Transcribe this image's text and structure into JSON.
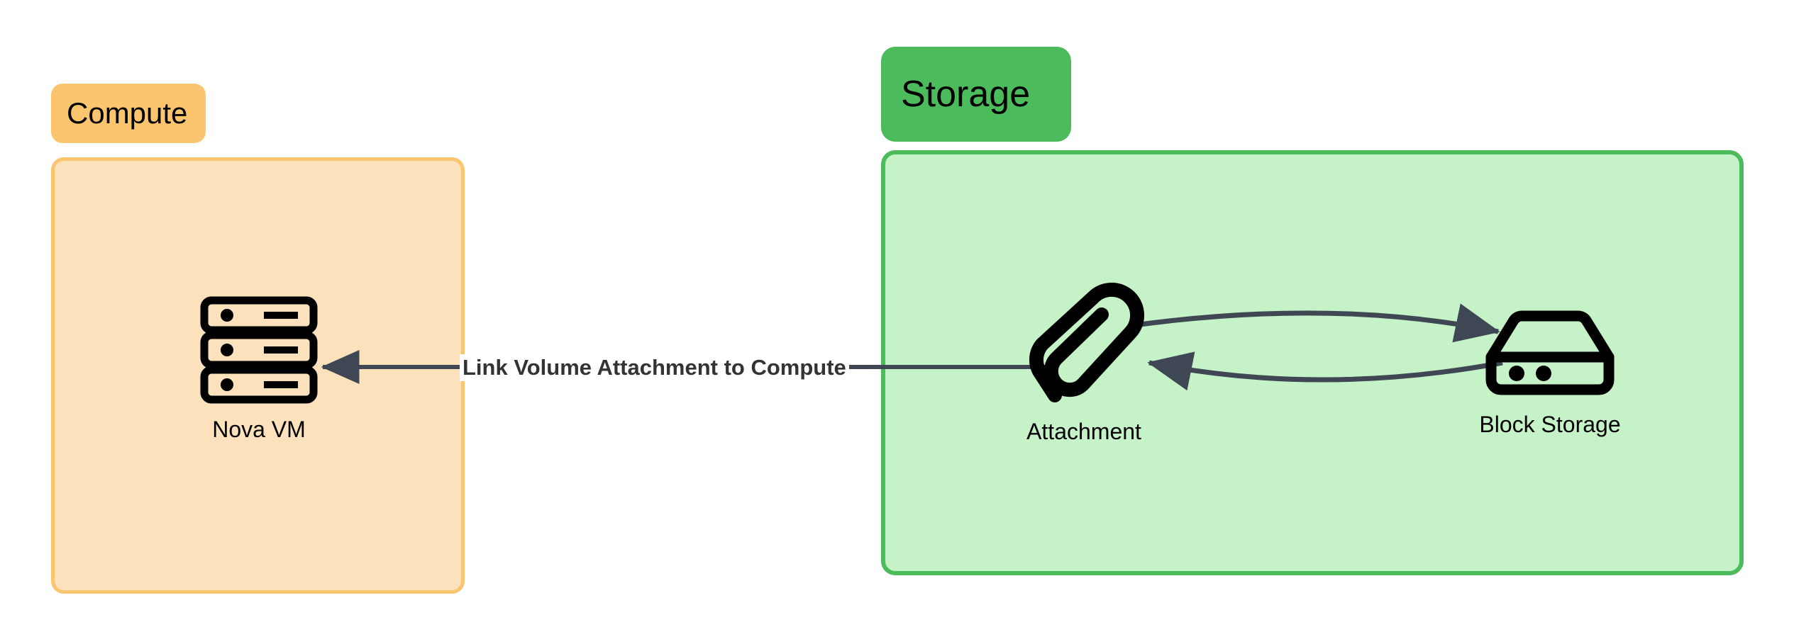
{
  "diagram": {
    "title": "Link Volume Attachment to Compute",
    "background": "#ffffff",
    "edge_color": "#3F4755",
    "groups": [
      {
        "id": "compute",
        "label": "Compute",
        "label_bg": "#FBC46E",
        "body_bg": "#FBE2BC",
        "border": "#FBC46E"
      },
      {
        "id": "storage",
        "label": "Storage",
        "label_bg": "#4CBB5B",
        "body_bg": "#C6F2C8",
        "border": "#4CBB5B"
      }
    ],
    "nodes": [
      {
        "id": "nova-vm",
        "label": "Nova VM",
        "icon": "server-icon",
        "group": "compute"
      },
      {
        "id": "attachment",
        "label": "Attachment",
        "icon": "paperclip-icon",
        "group": "storage"
      },
      {
        "id": "block-storage",
        "label": "Block Storage",
        "icon": "hard-drive-icon",
        "group": "storage"
      }
    ],
    "edges": [
      {
        "id": "link-volume-attachment",
        "label": "Link Volume Attachment to Compute",
        "from": "attachment",
        "to": "nova-vm",
        "style": "straight",
        "arrow": "end"
      },
      {
        "id": "attachment-to-block-storage",
        "label": "",
        "from": "attachment",
        "to": "block-storage",
        "style": "curved-top",
        "arrow": "end"
      },
      {
        "id": "block-storage-to-attachment",
        "label": "",
        "from": "block-storage",
        "to": "attachment",
        "style": "curved-bottom",
        "arrow": "end"
      }
    ]
  }
}
